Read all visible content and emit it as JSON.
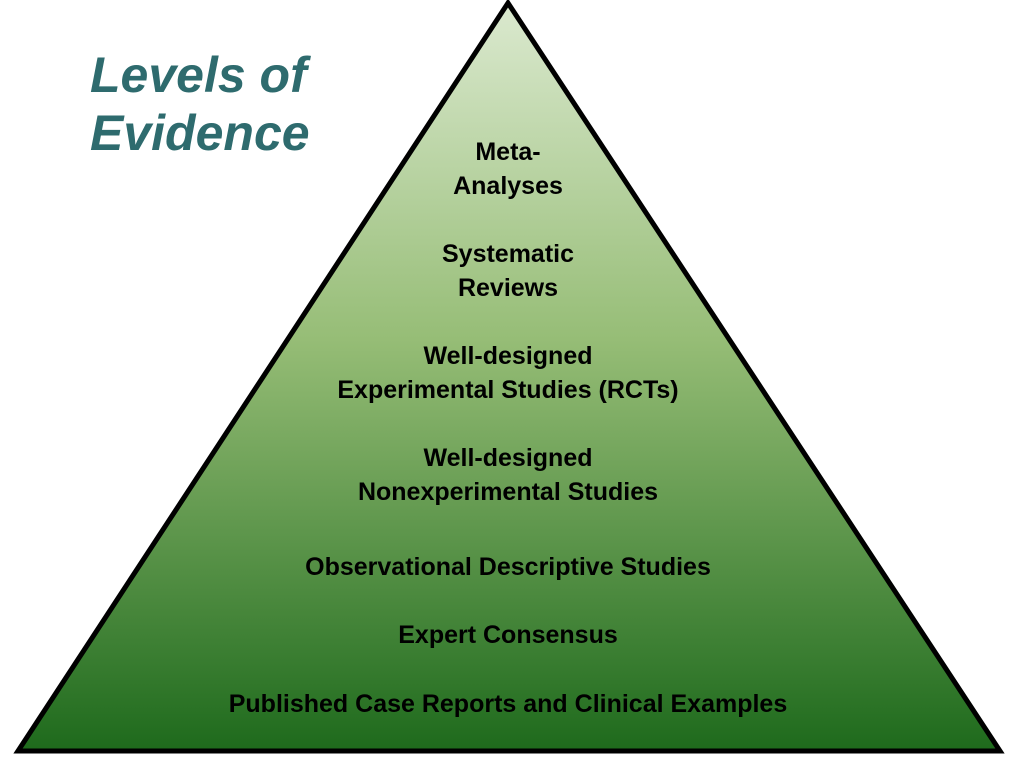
{
  "title": {
    "line1": "Levels of",
    "line2": "Evidence"
  },
  "colors": {
    "title": "#2e6b6e",
    "pyramid_top": "#dbe9cf",
    "pyramid_bottom": "#1e6a1c",
    "outline": "#000000"
  },
  "levels": [
    {
      "line1": "Meta-",
      "line2": "Analyses"
    },
    {
      "line1": "Systematic",
      "line2": "Reviews"
    },
    {
      "line1": "Well-designed",
      "line2": "Experimental Studies (RCTs)"
    },
    {
      "line1": "Well-designed",
      "line2": "Nonexperimental Studies"
    },
    {
      "line1": "Observational Descriptive Studies"
    },
    {
      "line1": "Expert Consensus"
    },
    {
      "line1": "Published Case Reports and Clinical Examples"
    }
  ]
}
